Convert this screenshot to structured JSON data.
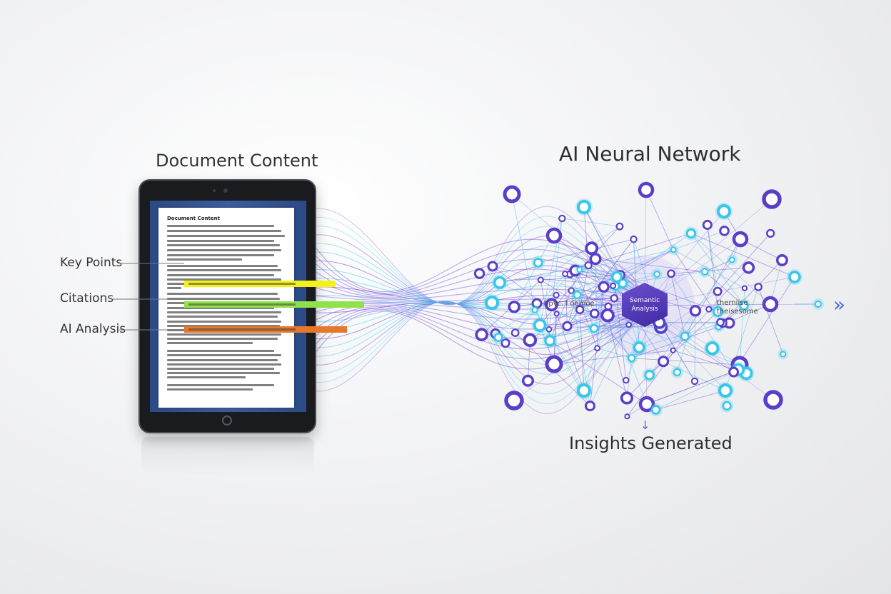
{
  "document": {
    "heading": "Document Content",
    "page_title": "Document Content"
  },
  "annotations": {
    "key_points": "Key Points",
    "citations": "Citations",
    "ai_analysis": "AI Analysis"
  },
  "network": {
    "heading": "AI Neural Network",
    "center_node_line1": "Semantic",
    "center_node_line2": "Analysis",
    "left_node_text": "bpvc. l oemoe",
    "right_node_line1": "therniise",
    "right_node_line2": "theisesome",
    "output_label": "Insights Generated"
  },
  "icons": {
    "forward": "double-chevron-right-icon",
    "down": "down-arrow-icon"
  },
  "colors": {
    "key_points_highlight": "#f5f218",
    "citations_highlight": "#8fe34a",
    "ai_analysis_highlight": "#e6782b",
    "node_purple": "#5a3ec8",
    "node_cyan": "#38c6ea",
    "wave_cyan": "#4fd0ef",
    "wave_purple": "#7b4fd6"
  }
}
